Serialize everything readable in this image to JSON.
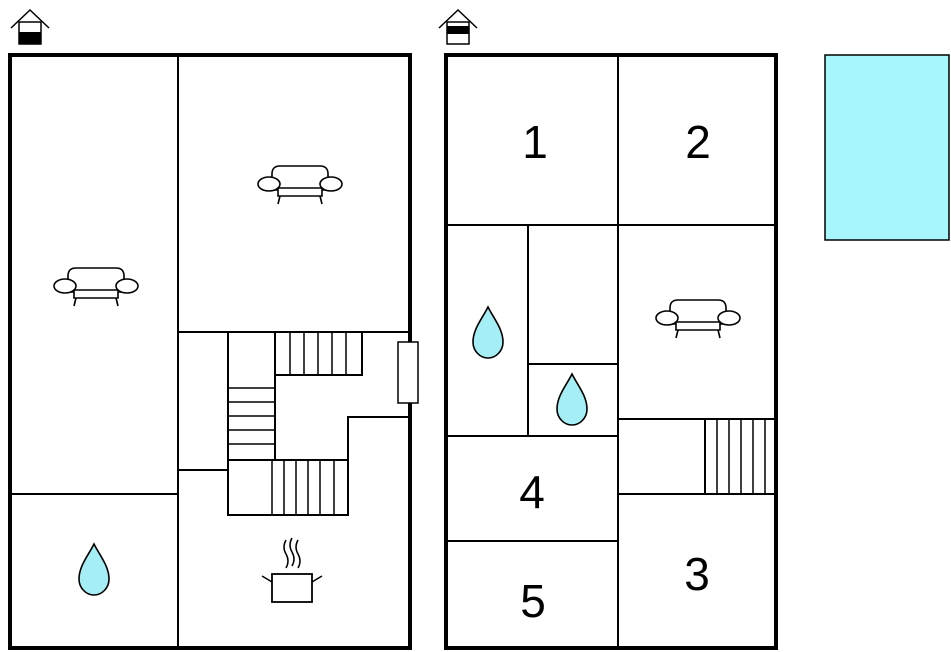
{
  "floor_plans": [
    {
      "id": "ground-floor",
      "level_icon": "house-ground-floor-icon",
      "rooms": [
        {
          "name": "living-room-left",
          "icon": "sofa-icon",
          "label": ""
        },
        {
          "name": "living-room-right",
          "icon": "sofa-icon",
          "label": ""
        },
        {
          "name": "bathroom",
          "icon": "water-drop-icon",
          "label": ""
        },
        {
          "name": "kitchen",
          "icon": "cooking-pot-icon",
          "label": ""
        },
        {
          "name": "staircase",
          "icon": "stairs",
          "label": ""
        }
      ]
    },
    {
      "id": "upper-floor",
      "level_icon": "house-upper-floor-icon",
      "rooms": [
        {
          "name": "bedroom-1",
          "label": "1"
        },
        {
          "name": "bedroom-2",
          "label": "2"
        },
        {
          "name": "bedroom-3",
          "label": "3"
        },
        {
          "name": "bedroom-4",
          "label": "4"
        },
        {
          "name": "bedroom-5",
          "label": "5"
        },
        {
          "name": "bathroom-left",
          "icon": "water-drop-icon",
          "label": ""
        },
        {
          "name": "bathroom-small",
          "icon": "water-drop-icon",
          "label": ""
        },
        {
          "name": "living-room",
          "icon": "sofa-icon",
          "label": ""
        },
        {
          "name": "staircase",
          "icon": "stairs",
          "label": ""
        }
      ]
    }
  ],
  "pool": {
    "icon": "swimming-pool",
    "color": "#a6f6fc"
  },
  "colors": {
    "water": "#a6eef5",
    "pool": "#a6f6fc",
    "wall": "#000000"
  }
}
